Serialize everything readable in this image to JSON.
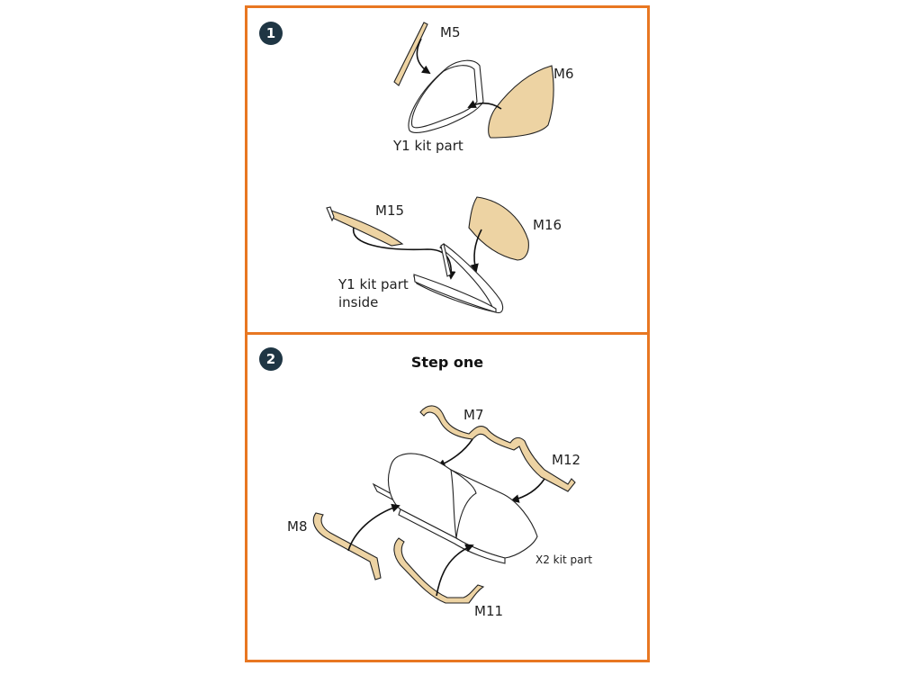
{
  "colors": {
    "frame": "#e87722",
    "badge": "#1f3644",
    "etched": "#edd3a3"
  },
  "step1": {
    "number": "1",
    "labels": {
      "m5": "M5",
      "m6": "M6",
      "y1_kit_part": "Y1 kit part",
      "m15": "M15",
      "m16": "M16",
      "y1_kit_part_inside_line1": "Y1 kit part",
      "y1_kit_part_inside_line2": "inside"
    }
  },
  "step2": {
    "number": "2",
    "title": "Step one",
    "labels": {
      "m7": "M7",
      "m12": "M12",
      "m8": "M8",
      "m11": "M11",
      "x2_kit_part": "X2 kit part"
    }
  }
}
